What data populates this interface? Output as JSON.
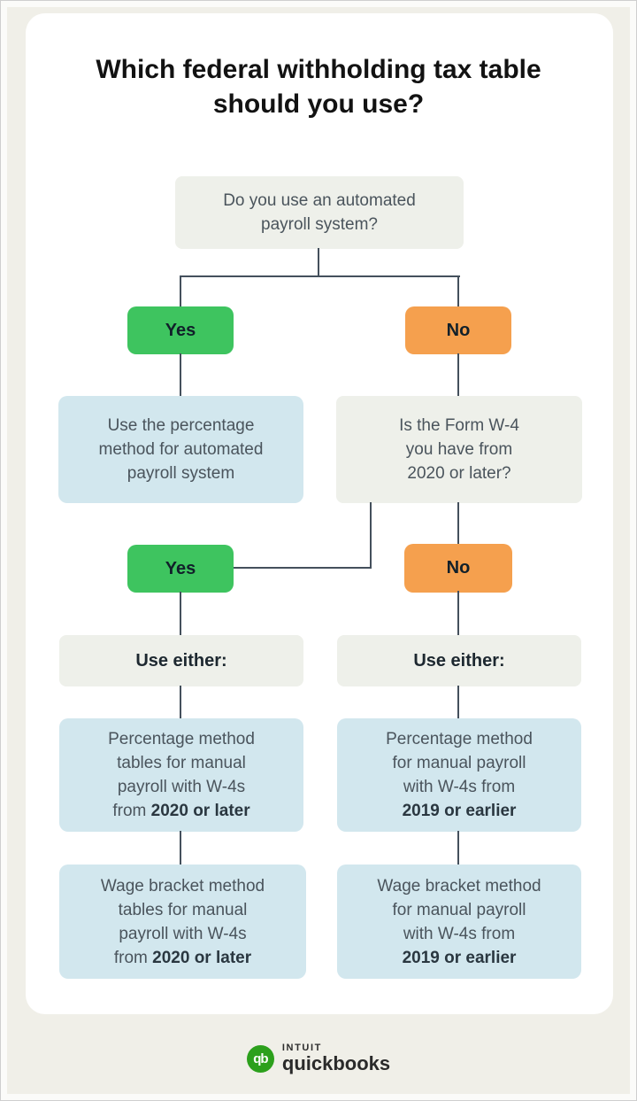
{
  "colors": {
    "page_bg": "#f0efe8",
    "card_bg": "#ffffff",
    "gray_box": "#eef0ea",
    "blue_box": "#d2e7ee",
    "yes_green": "#3ec45f",
    "no_orange": "#f5a04e",
    "connector": "#44505c",
    "body_text": "#4a545c",
    "logo_green": "#2ca01c"
  },
  "title": "Which federal withholding tax table should you use?",
  "flow": {
    "q1": {
      "lines": [
        "Do you use an automated",
        "payroll system?"
      ]
    },
    "branch1": {
      "yes": "Yes",
      "no": "No"
    },
    "auto_result": {
      "lines": [
        "Use the percentage",
        "method for automated",
        "payroll system"
      ]
    },
    "q2": {
      "lines": [
        "Is the Form W-4",
        "you have from",
        "2020 or later?"
      ]
    },
    "branch2": {
      "yes": "Yes",
      "no": "No"
    },
    "use_either_left": "Use either:",
    "use_either_right": "Use either:",
    "pct_left": {
      "lines": [
        "Percentage method",
        "tables for manual",
        "payroll with W-4s"
      ],
      "tail_normal": "from ",
      "tail_bold": "2020 or later"
    },
    "pct_right": {
      "lines": [
        "Percentage method",
        "for manual payroll",
        "with W-4s from"
      ],
      "tail_normal": "",
      "tail_bold": "2019 or earlier"
    },
    "wage_left": {
      "lines": [
        "Wage bracket method",
        "tables for manual",
        "payroll with W-4s"
      ],
      "tail_normal": "from ",
      "tail_bold": "2020 or later"
    },
    "wage_right": {
      "lines": [
        "Wage bracket method",
        "for manual payroll",
        "with W-4s from"
      ],
      "tail_normal": "",
      "tail_bold": "2019 or earlier"
    }
  },
  "footer": {
    "logo_mark": "qb",
    "brand_name_top": "INTUIT",
    "brand_name_bottom": "quickbooks"
  }
}
